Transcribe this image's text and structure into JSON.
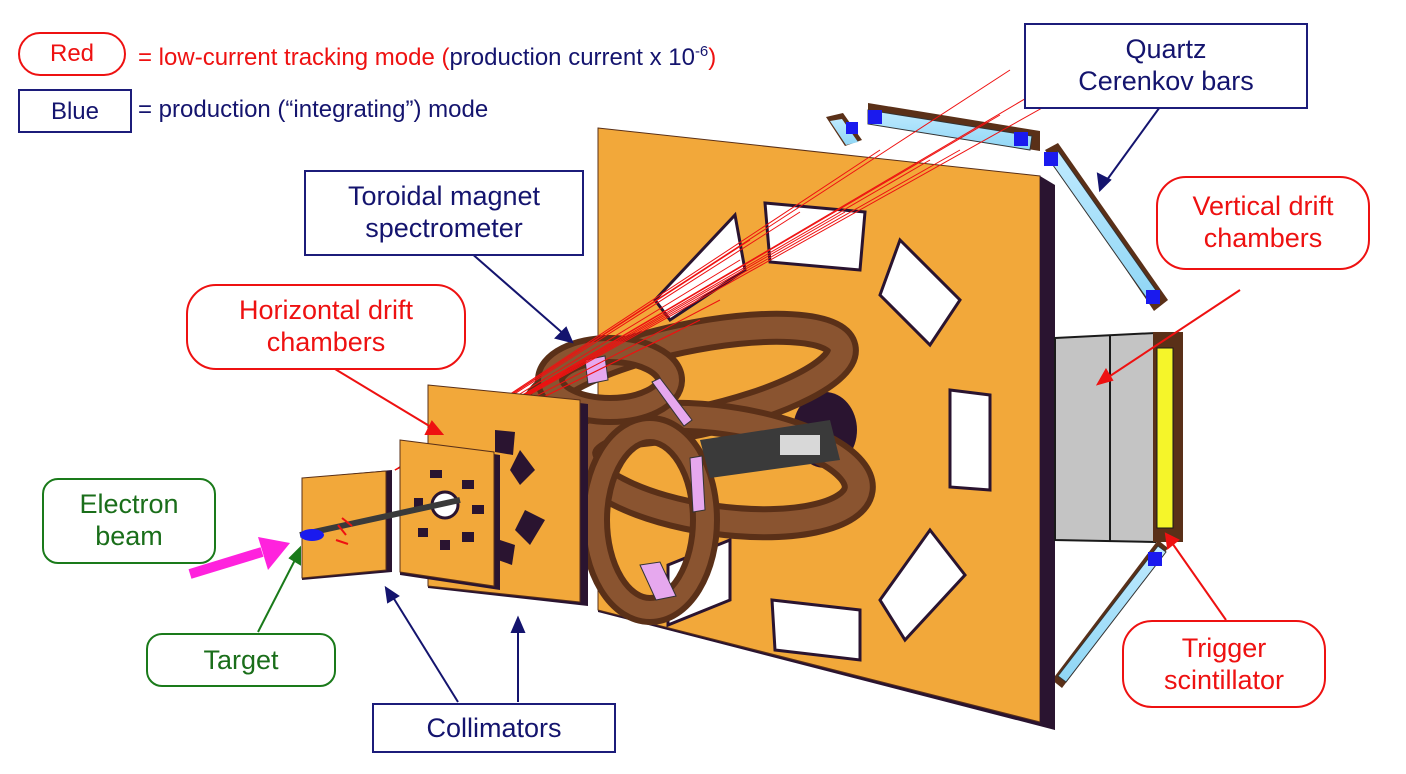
{
  "legend": {
    "red_key": "Red",
    "red_desc": "= low-current tracking mode (",
    "red_desc_blue": "production current x 10",
    "red_exp": "-6",
    "red_close": ")",
    "blue_key": "Blue",
    "blue_desc": "= production (“integrating”) mode"
  },
  "labels": {
    "quartz_line1": "Quartz",
    "quartz_line2": "Cerenkov bars",
    "toroidal_line1": "Toroidal magnet",
    "toroidal_line2": "spectrometer",
    "vdc_line1": "Vertical drift",
    "vdc_line2": "chambers",
    "hdc_line1": "Horizontal drift",
    "hdc_line2": "chambers",
    "beam_line1": "Electron",
    "beam_line2": "beam",
    "target": "Target",
    "collimators": "Collimators",
    "trigger_line1": "Trigger",
    "trigger_line2": "scintillator"
  },
  "colors": {
    "red": "#ee1111",
    "blue": "#14146e",
    "green": "#1a6e1a",
    "orange": "#f2a83a",
    "magenta": "#ff22dd"
  }
}
